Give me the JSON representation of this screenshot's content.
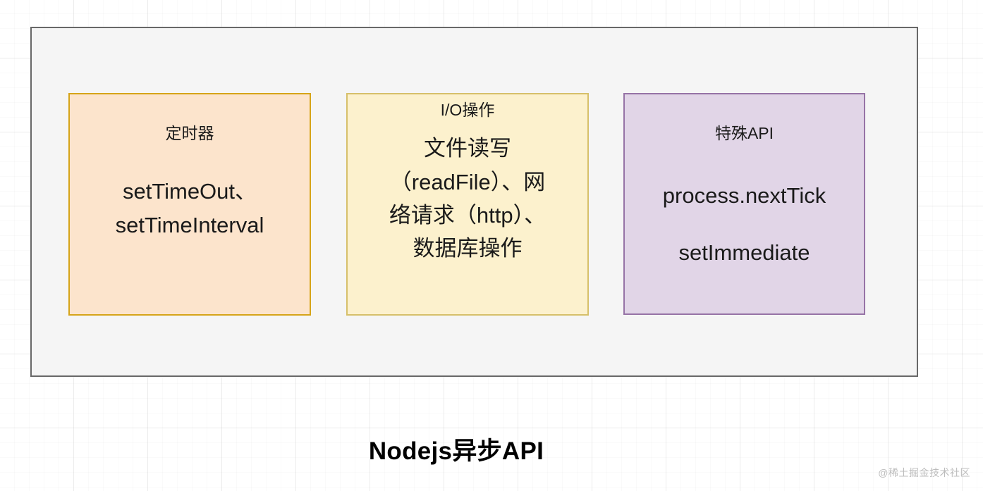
{
  "canvas": {
    "background_color": "#ffffff",
    "grid_minor_color": "#f2f2f2",
    "grid_major_color": "#e6e6e6"
  },
  "outer_container": {
    "fill_color": "#f5f5f5",
    "border_color": "#686868"
  },
  "boxes": [
    {
      "id": "timer",
      "title": "定时器",
      "body": "setTimeOut、\nsetTimeInterval",
      "body_lines": [
        "setTimeOut、",
        "setTimeInterval"
      ],
      "fill_color": "#fce4cc",
      "border_color": "#d6a419"
    },
    {
      "id": "io",
      "title": "I/O操作",
      "body": "文件读写（readFile）、网络请求（http）、数据库操作",
      "body_lines": [
        "文件读写",
        "（readFile）、网",
        "络请求（http）、",
        "数据库操作"
      ],
      "fill_color": "#fcf1cd",
      "border_color": "#d6c06a"
    },
    {
      "id": "special",
      "title": "特殊API",
      "body": "process.nextTick\nsetImmediate",
      "body_lines": [
        "process.nextTick",
        "setImmediate"
      ],
      "fill_color": "#e1d5e7",
      "border_color": "#9673a6"
    }
  ],
  "caption": "Nodejs异步API",
  "watermark": "@稀土掘金技术社区"
}
